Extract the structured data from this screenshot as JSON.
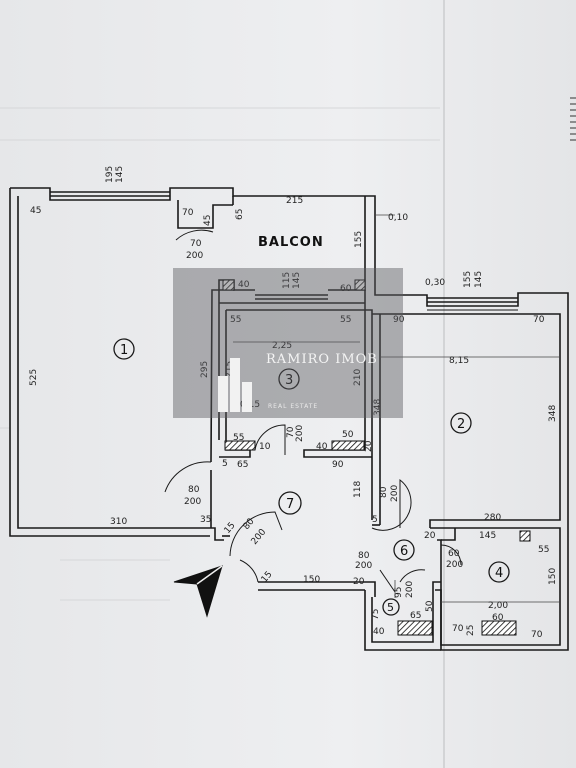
{
  "rooms": {
    "r1": "1",
    "r2": "2",
    "r3": "3",
    "r4": "4",
    "r5": "5",
    "r6": "6",
    "r7": "7",
    "balcony": "BALCON"
  },
  "dimensions": {
    "d195": "195",
    "d145a": "145",
    "d45a": "45",
    "d70a": "70",
    "d45b": "45",
    "d65a": "65",
    "d215": "215",
    "d010": "0,10",
    "d155a": "155",
    "d70b": "70",
    "d200a": "200",
    "d40a": "40",
    "d115": "115",
    "d145b": "145",
    "d60a": "60",
    "d030": "0,30",
    "d155b": "155",
    "d145c": "145",
    "d55a": "55",
    "d55b": "55",
    "d90a": "90",
    "d70c": "70",
    "d225": "2,25",
    "d815": "8,15",
    "d295": "295",
    "d215b": "215",
    "d210": "210",
    "d348a": "348",
    "d348b": "348",
    "d525": "525",
    "d015": "0,15",
    "d55c": "55",
    "d10": "10",
    "d70d": "70",
    "d200b": "200",
    "d40b": "40",
    "d50a": "50",
    "d20a": "20",
    "d5a": "5",
    "d65b": "65",
    "d90b": "90",
    "d118": "118",
    "d80a": "80",
    "d200c": "200",
    "d80b": "80",
    "d200d": "200",
    "d310": "310",
    "d35": "35",
    "d15a": "15",
    "d80c": "80",
    "d200e": "200",
    "d280": "280",
    "d5b": "5",
    "d20b": "20",
    "d145d": "145",
    "d55d": "55",
    "d80d": "80",
    "d200f": "200",
    "d60b": "60",
    "d200g": "200",
    "d15b": "15",
    "d150a": "150",
    "d20c": "20",
    "d95": "95",
    "d200h": "200",
    "d150b": "150",
    "d75": "75",
    "d50b": "50",
    "d200i": "2,00",
    "d60c": "60",
    "d40c": "40",
    "d65c": "65",
    "d70e": "70",
    "d25": "25",
    "d70f": "70"
  },
  "watermark": {
    "brand": "RAMIRO IMOB",
    "sub": "REAL ESTATE"
  },
  "colors": {
    "ink": "#1a1a1a",
    "paper": "#eceef0",
    "watermark": "#5a5a5f"
  }
}
